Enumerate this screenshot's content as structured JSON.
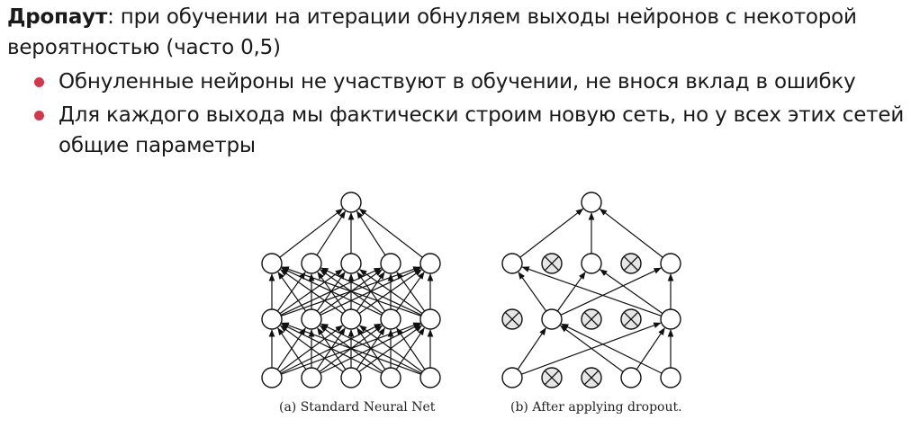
{
  "intro": {
    "term": "Дропаут",
    "text": ": при обучении на итерации обнуляем выходы нейронов с некоторой вероятностью (часто 0,5)"
  },
  "bullets": [
    {
      "text": "Обнуленные нейроны не участвуют в обучении, не внося вклад в ошибку"
    },
    {
      "text": "Для каждого выхода мы фактически строим новую сеть, но у всех этих сетей общие параметры"
    }
  ],
  "figure": {
    "caption_a": "(a) Standard Neural Net",
    "caption_b": "(b) After applying dropout."
  },
  "colors": {
    "bullet": "#d0384c",
    "text": "#1a1a1a",
    "node_stroke": "#111111",
    "dropped_fill": "#e6e6e6"
  }
}
